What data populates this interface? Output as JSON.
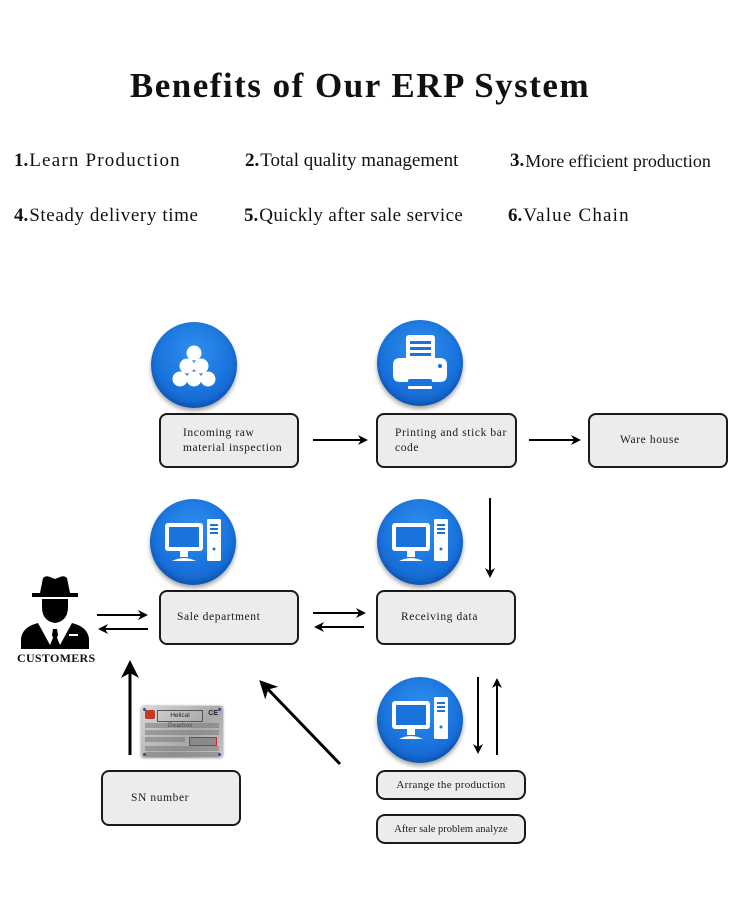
{
  "title": "Benefits of Our ERP System",
  "benefits": [
    {
      "num": "1.",
      "label": "Learn Production"
    },
    {
      "num": "2.",
      "label": "Total quality management"
    },
    {
      "num": "3.",
      "label": "More efficient production"
    },
    {
      "num": "4.",
      "label": "Steady delivery time"
    },
    {
      "num": "5.",
      "label": "Quickly after sale service"
    },
    {
      "num": "6.",
      "label": "Value Chain"
    }
  ],
  "colors": {
    "badge_blue": "#1973dc",
    "node_fill": "#ececec",
    "number_circle": "#c9c9c9"
  },
  "diagram": {
    "nodes": {
      "incoming": "Incoming raw material inspection",
      "printing": "Printing and stick bar code",
      "warehouse": "Ware house",
      "sale": "Sale department",
      "receiving": "Receiving data",
      "arrange": "Arrange the production",
      "after_sale": "After sale problem analyze",
      "sn": "SN number"
    },
    "icons": {
      "incoming": "raw-material-pile-icon",
      "printing": "printer-icon",
      "sale": "computer-icon",
      "receiving": "computer-icon",
      "arrange": "computer-icon",
      "customer": "customer-agent-icon"
    },
    "customers_label": "CUSTOMERS",
    "nameplate": {
      "header": "Helical Gearbox",
      "mark": "CE"
    }
  }
}
